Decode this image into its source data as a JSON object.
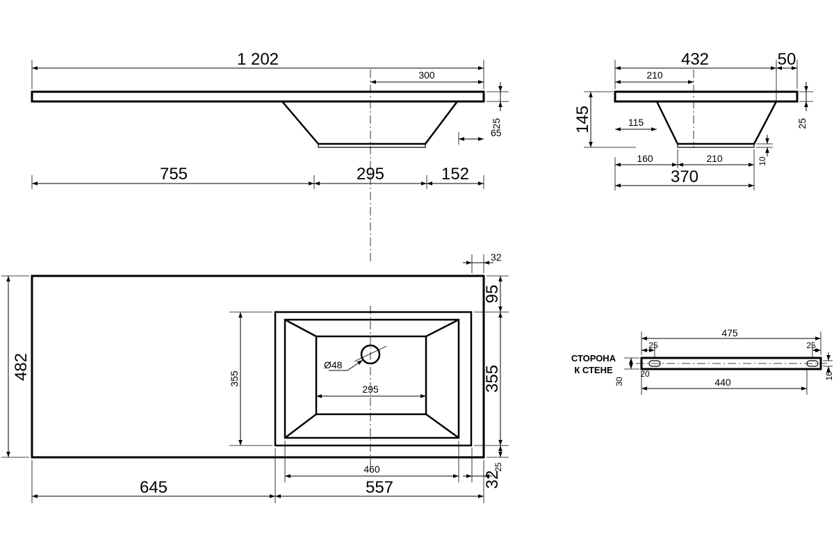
{
  "dimensions": {
    "front_total": "1 202",
    "front_300": "300",
    "front_25": "25",
    "front_65": "65",
    "front_755": "755",
    "front_295": "295",
    "front_152": "152",
    "side_432": "432",
    "side_50": "50",
    "side_210_top": "210",
    "side_145": "145",
    "side_115": "115",
    "side_25": "25",
    "side_160": "160",
    "side_210_bottom": "210",
    "side_10": "10",
    "side_370": "370",
    "plan_32_top": "32",
    "plan_95": "95",
    "plan_482": "482",
    "plan_355_inner": "355",
    "plan_355_right": "355",
    "plan_diameter": "Ø48",
    "plan_295": "295",
    "plan_460": "460",
    "plan_645": "645",
    "plan_557": "557",
    "plan_32_bottom": "32",
    "plan_25_bottom": "25",
    "bracket_475": "475",
    "bracket_25_left": "25",
    "bracket_25_right": "25",
    "bracket_20": "20",
    "bracket_30": "30",
    "bracket_10": "10",
    "bracket_440": "440"
  },
  "notes": {
    "wall_side_line1": "СТОРОНА",
    "wall_side_line2": "К СТЕНЕ"
  }
}
